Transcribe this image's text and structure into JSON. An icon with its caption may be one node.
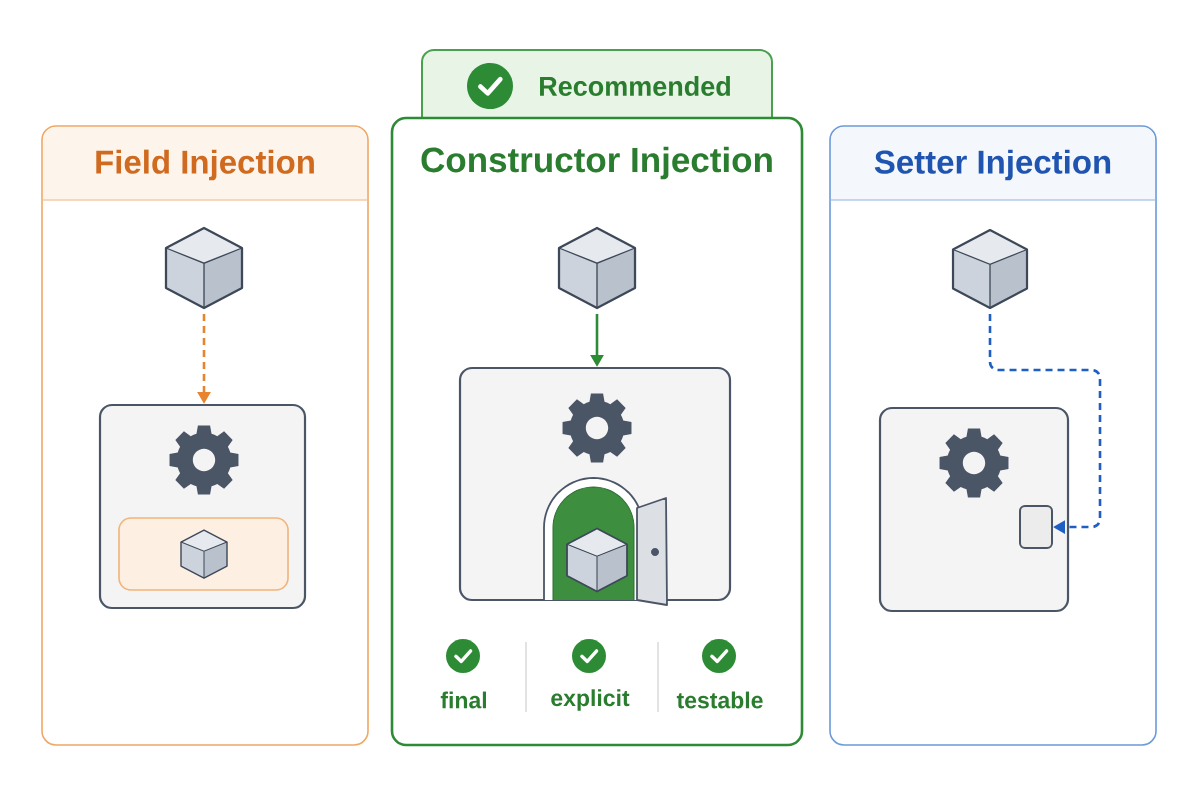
{
  "diagram": {
    "nodes": [
      {
        "text": [
          "Field Injection"
        ]
      },
      {
        "text": [],
        "shape": "cube",
        "in": 0
      },
      {
        "text": [],
        "shape": "box",
        "in": 0
      },
      {
        "text": [],
        "shape": "box",
        "in": 2
      },
      {
        "text": [],
        "shape": "cube",
        "in": 3
      },
      {
        "text": [
          "Recommended"
        ]
      },
      {
        "text": [
          "Constructor Injection"
        ]
      },
      {
        "text": [],
        "shape": "cube",
        "in": 6
      },
      {
        "text": [],
        "shape": "box",
        "in": 6
      },
      {
        "text": [],
        "shape": "cube",
        "in": 8
      },
      {
        "text": [
          "Setter Injection"
        ]
      },
      {
        "text": [],
        "shape": "cube",
        "in": 10
      },
      {
        "text": [],
        "shape": "box",
        "in": 10
      },
      {
        "text": [],
        "shape": "box",
        "in": 12
      }
    ],
    "edges": [
      {
        "from": 1,
        "to": 2,
        "arrow": "to",
        "style": "dashed",
        "color": "#e8842f"
      },
      {
        "from": 7,
        "to": 8,
        "arrow": "to",
        "color": "#2e8b35"
      },
      {
        "from": 11,
        "to": 13,
        "arrow": "to",
        "style": "dashed",
        "color": "#1f5fc4"
      }
    ],
    "labels": [
      "final",
      "explicit",
      "testable"
    ]
  }
}
